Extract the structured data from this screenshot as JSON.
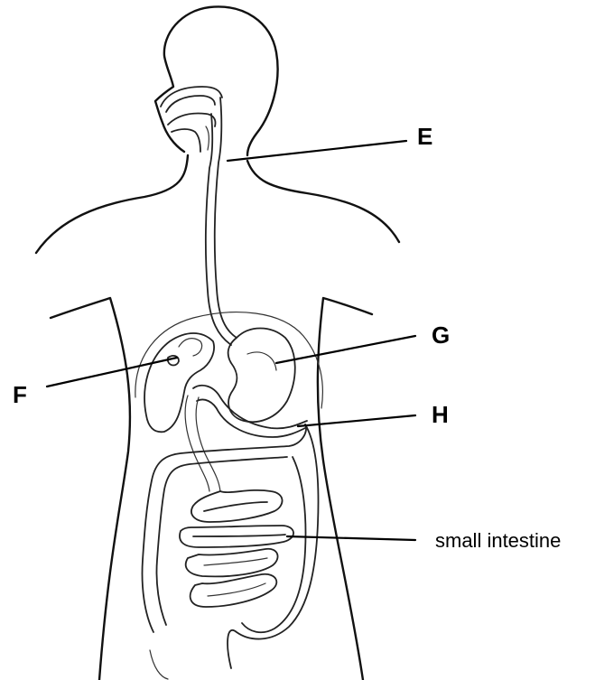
{
  "diagram": {
    "labels": {
      "E": "E",
      "F": "F",
      "G": "G",
      "H": "H",
      "small_intestine": "small intestine"
    }
  }
}
